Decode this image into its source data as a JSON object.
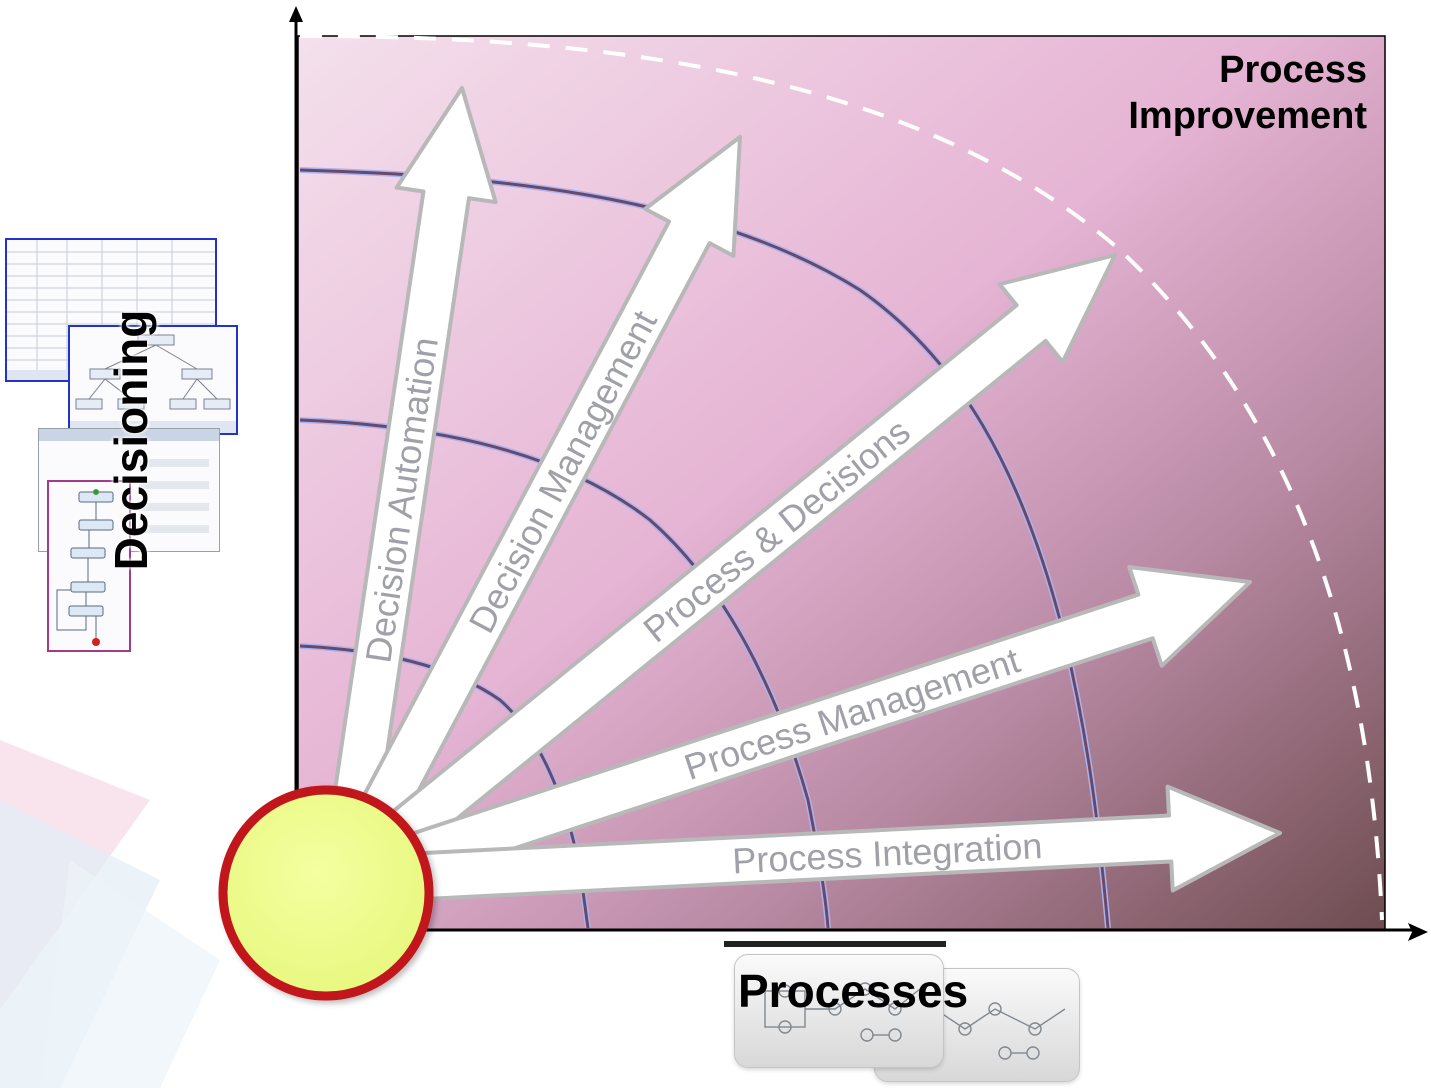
{
  "diagram": {
    "corner_label_line1": "Process",
    "corner_label_line2": "Improvement",
    "y_axis_label": "Decisioning",
    "x_axis_label": "Processes",
    "arrows": [
      {
        "label": "Decision Automation"
      },
      {
        "label": "Decision Management"
      },
      {
        "label": "Process & Decisions"
      },
      {
        "label": "Process Management"
      },
      {
        "label": "Process Integration"
      }
    ],
    "colors": {
      "plot_light": "#f2dcea",
      "plot_mid": "#e6b4d4",
      "plot_dark": "#6e4c50",
      "circle_fill": "#eeff88",
      "circle_border": "#c0141b",
      "grid_line": "#6a4868",
      "grid_glow": "#a8b4f2"
    }
  }
}
